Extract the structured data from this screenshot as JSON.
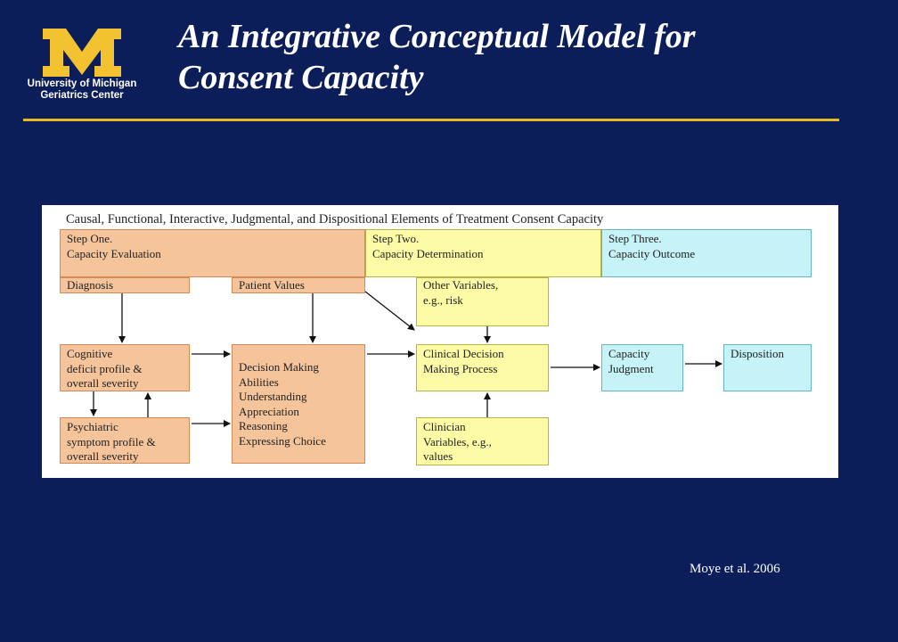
{
  "logo": {
    "line1": "University of Michigan",
    "line2": "Geriatrics Center"
  },
  "title": {
    "line1": "An Integrative Conceptual Model for",
    "line2": "Consent Capacity"
  },
  "citation": "Moye et al. 2006",
  "colors": {
    "background": "#0b1e5a",
    "accent_gold": "#e8b923",
    "peach": "#f6c49a",
    "yellow": "#fdfba6",
    "cyan": "#c5f3f7"
  },
  "diagram": {
    "title": "Causal, Functional, Interactive, Judgmental, and Dispositional Elements of Treatment Consent Capacity",
    "step_one": {
      "line1": "Step One.",
      "line2": "Capacity Evaluation"
    },
    "step_two": {
      "line1": "Step Two.",
      "line2": "Capacity Determination"
    },
    "step_three": {
      "line1": "Step Three.",
      "line2": "Capacity Outcome"
    },
    "diagnosis": "Diagnosis",
    "patient_values": "Patient Values",
    "other_variables": {
      "line1": "Other Variables,",
      "line2": "e.g., risk"
    },
    "cognitive": {
      "line1": "Cognitive",
      "line2": "deficit profile &",
      "line3": "overall severity"
    },
    "psychiatric": {
      "line1": "Psychiatric",
      "line2": "symptom profile &",
      "line3": "overall severity"
    },
    "decision_abilities": {
      "line1": "Decision Making",
      "line2": "Abilities",
      "line3": "Understanding",
      "line4": "Appreciation",
      "line5": "Reasoning",
      "line6": "Expressing Choice"
    },
    "clinical_decision": {
      "line1": "Clinical Decision",
      "line2": "Making Process"
    },
    "clinician_variables": {
      "line1": "Clinician",
      "line2": "Variables, e.g.,",
      "line3": "values"
    },
    "capacity_judgment": {
      "line1": "Capacity",
      "line2": "Judgment"
    },
    "disposition": "Disposition"
  }
}
